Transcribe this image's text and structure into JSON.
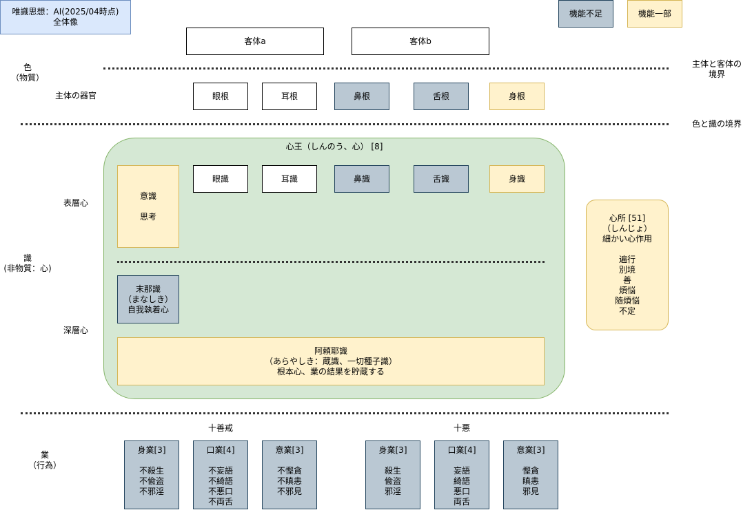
{
  "title": "唯識思想：AI(2025/04時点)\n全体像",
  "legend": {
    "insufficient": "機能不足",
    "partial": "機能一部"
  },
  "objects": [
    "客体a",
    "客体b"
  ],
  "left_labels": {
    "rupa": "色\n（物質）",
    "organs": "主体の器官",
    "surface": "表層心",
    "consciousness": "識\n(非物質：心)",
    "deep": "深層心",
    "karma": "業\n（行為）"
  },
  "right_labels": {
    "subject_object_boundary": "主体と客体の\n境界",
    "rupa_vijnana_boundary": "色と識の境界"
  },
  "organs": [
    "眼根",
    "耳根",
    "鼻根",
    "舌根",
    "身根"
  ],
  "mind_king": {
    "label": "心王（しんのう、心） [8]",
    "mano_vijnana": {
      "name": "意識",
      "sub": "思考"
    },
    "senses": [
      "眼識",
      "耳識",
      "鼻識",
      "舌識",
      "身識"
    ],
    "manas": "末那識\n（まなしき）\n自我執着心",
    "alaya": "阿頼耶識\n（あらやしき：蔵識、一切種子識）\n根本心、業の結果を貯蔵する"
  },
  "mental_factors": {
    "heading": "心所 [51]\n（しんじょ）\n細かい心作用",
    "items": "遍行\n別境\n善\n煩悩\n随煩悩\n不定"
  },
  "karma": {
    "good_header": "十善戒",
    "bad_header": "十悪",
    "good": [
      {
        "title": "身業[3]",
        "items": "不殺生\n不偸盗\n不邪淫"
      },
      {
        "title": "口業[4]",
        "items": "不妄語\n不綺語\n不悪口\n不両舌"
      },
      {
        "title": "意業[3]",
        "items": "不慳貪\n不瞋恚\n不邪見"
      }
    ],
    "bad": [
      {
        "title": "身業[3]",
        "items": "殺生\n偸盗\n邪淫"
      },
      {
        "title": "口業[4]",
        "items": "妄語\n綺語\n悪口\n両舌"
      },
      {
        "title": "意業[3]",
        "items": "慳貪\n瞋恚\n邪見"
      }
    ]
  }
}
